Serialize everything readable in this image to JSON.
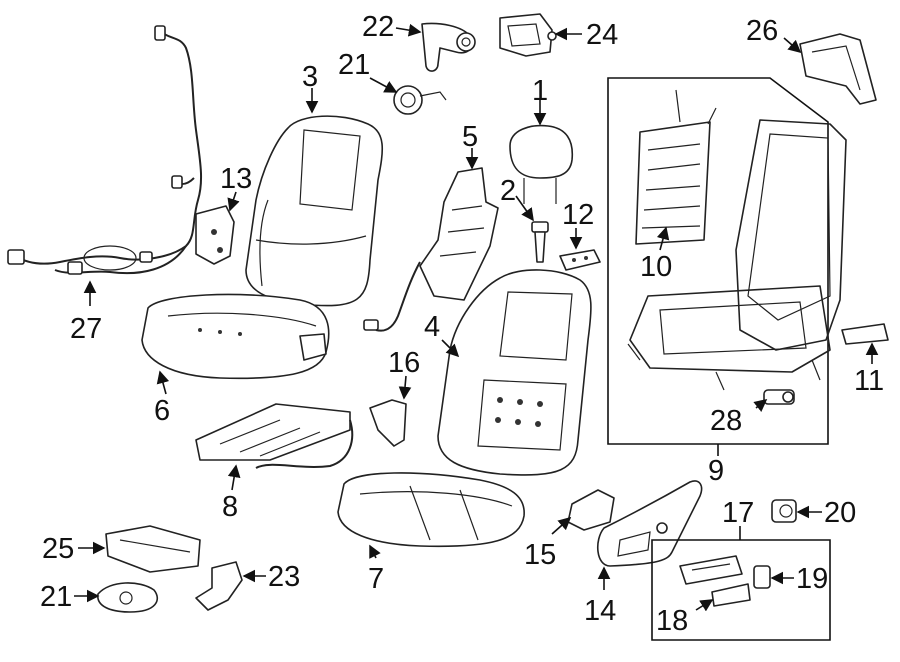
{
  "callouts": {
    "c1": "1",
    "c2": "2",
    "c3": "3",
    "c4": "4",
    "c5": "5",
    "c6": "6",
    "c7": "7",
    "c8": "8",
    "c9": "9",
    "c10": "10",
    "c11": "11",
    "c12": "12",
    "c13": "13",
    "c14": "14",
    "c15": "15",
    "c16": "16",
    "c17": "17",
    "c18": "18",
    "c19": "19",
    "c20": "20",
    "c21a": "21",
    "c21b": "21",
    "c22": "22",
    "c23": "23",
    "c24": "24",
    "c25": "25",
    "c26": "26",
    "c27": "27",
    "c28": "28"
  }
}
